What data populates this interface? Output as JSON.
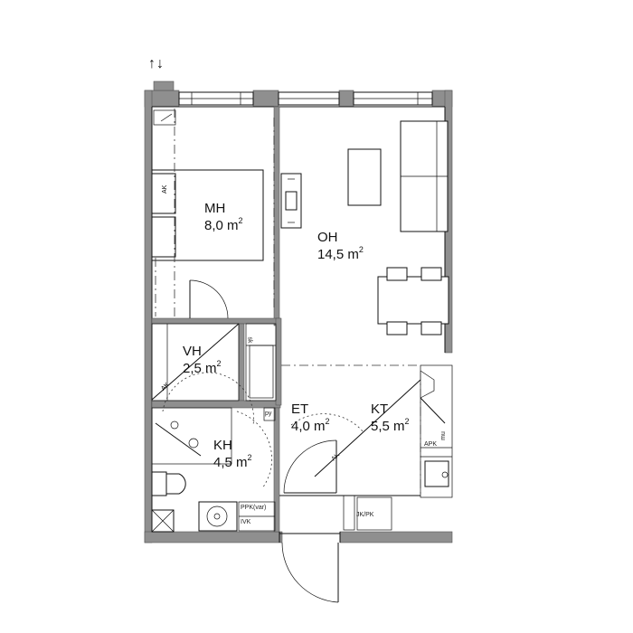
{
  "orientation_arrows": "↑↓",
  "rooms": {
    "mh": {
      "name": "MH",
      "area": "8,0 m",
      "unit_sup": "2"
    },
    "oh": {
      "name": "OH",
      "area": "14,5 m",
      "unit_sup": "2"
    },
    "vh": {
      "name": "VH",
      "area": "2,5 m",
      "unit_sup": "2"
    },
    "kh": {
      "name": "KH",
      "area": "4,5 m",
      "unit_sup": "2"
    },
    "et": {
      "name": "ET",
      "area": "4,0 m",
      "unit_sup": "2"
    },
    "kt": {
      "name": "KT",
      "area": "5,5 m",
      "unit_sup": "2"
    }
  },
  "fixture_labels": {
    "ak": "AK",
    "sk": "sk",
    "py": "py",
    "apk": "APK",
    "mu": "mu",
    "ppk": "PPK(var)",
    "ivk": "IVK",
    "jk_pk": "JK/PK"
  },
  "colors": {
    "wall": "#8f8f8f",
    "line": "#111111",
    "fill": "#ffffff"
  }
}
